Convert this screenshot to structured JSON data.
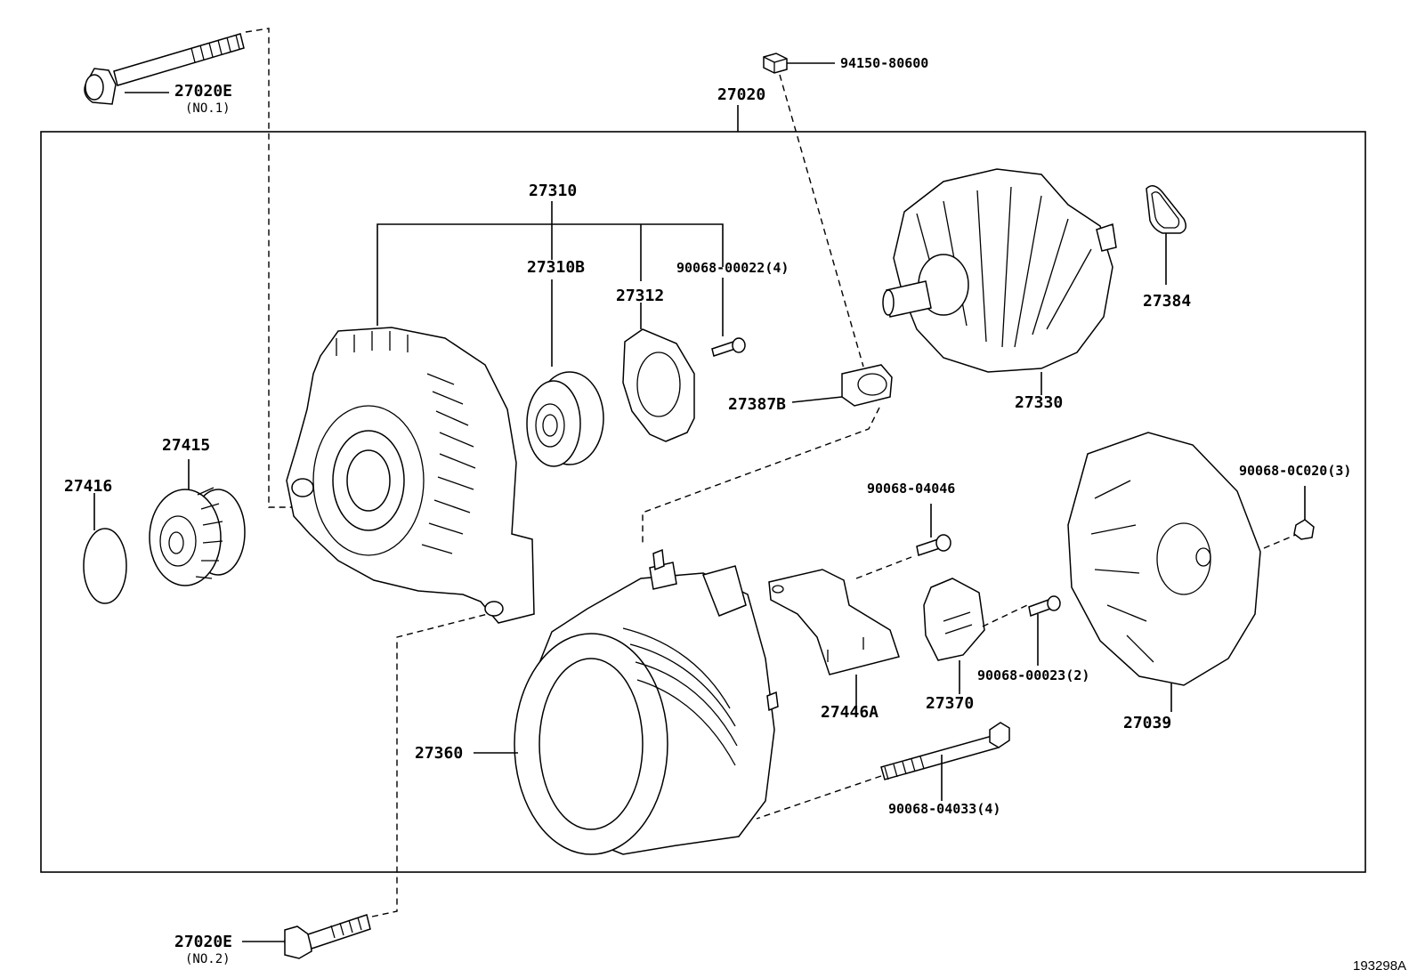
{
  "labels": {
    "p27020E_1": "27020E",
    "p27020E_1_sub": "(NO.1)",
    "p27020E_2": "27020E",
    "p27020E_2_sub": "(NO.2)",
    "p27020": "27020",
    "p94150": "94150-80600",
    "p27310": "27310",
    "p27310B": "27310B",
    "p27312": "27312",
    "p90068_00022": "90068-00022(4)",
    "p27384": "27384",
    "p27330": "27330",
    "p27387B": "27387B",
    "p27415": "27415",
    "p27416": "27416",
    "p90068_04046": "90068-04046",
    "p90068_0C020": "90068-0C020(3)",
    "p90068_00023": "90068-00023(2)",
    "p27446A": "27446A",
    "p27370": "27370",
    "p27039": "27039",
    "p27360": "27360",
    "p90068_04033": "90068-04033(4)"
  },
  "figure_id": "193298A",
  "icons": [
    "bolt-icon",
    "nut-icon",
    "bearing-icon",
    "pulley-icon",
    "rotor-icon",
    "stator-icon",
    "frame-icon",
    "cover-icon",
    "brush-holder-icon",
    "bracket-icon"
  ]
}
